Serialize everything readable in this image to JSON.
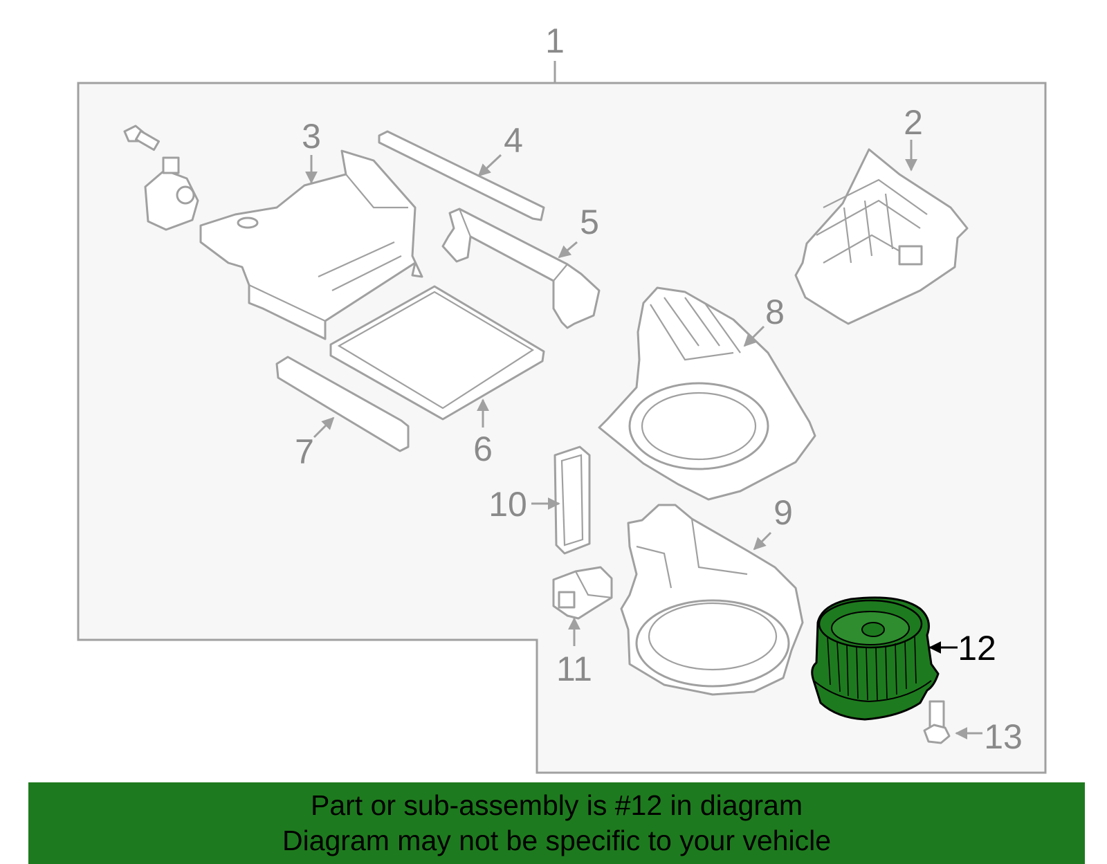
{
  "diagram": {
    "colors": {
      "background": "#f7f7f7",
      "outline": "#a0a0a0",
      "highlight_fill": "#1e7a1e",
      "highlight_stroke": "#000000",
      "callout_gray": "#8a8a8a",
      "callout_highlight": "#000000"
    },
    "callouts": {
      "c1": "1",
      "c2": "2",
      "c3": "3",
      "c4": "4",
      "c5": "5",
      "c6": "6",
      "c7": "7",
      "c8": "8",
      "c9": "9",
      "c10": "10",
      "c11": "11",
      "c12": "12",
      "c13": "13"
    },
    "highlighted_part": "12"
  },
  "banner": {
    "line1": "Part or sub-assembly is #12 in diagram",
    "line2": "Diagram may not be specific to your vehicle"
  }
}
